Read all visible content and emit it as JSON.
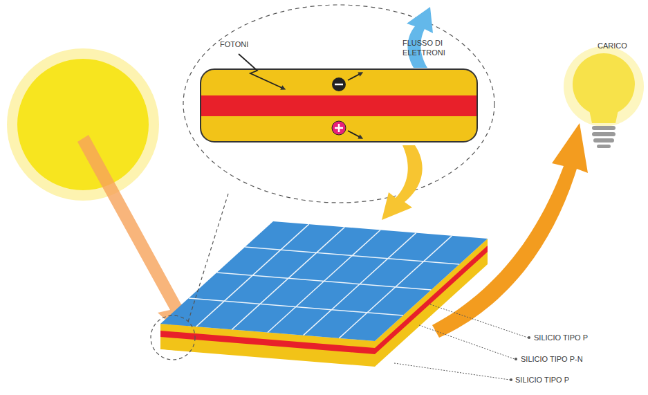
{
  "diagram": {
    "labels": [
      "FOTONI",
      "FLUSSO DI ELETTRONI",
      "CARICO",
      "SILICIO TIPO P",
      "SILICIO TIPO P-N",
      "SILICIO TIPO P"
    ]
  }
}
